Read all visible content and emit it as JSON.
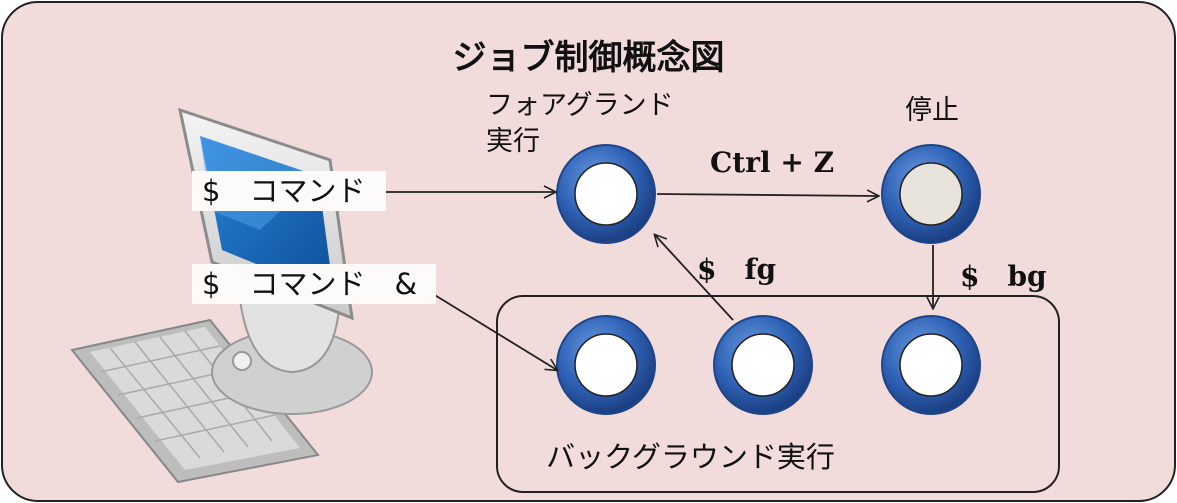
{
  "title": "ジョブ制御概念図",
  "foreground_label_line1": "フォアグランド",
  "foreground_label_line2": "実行",
  "stopped_label": "停止",
  "background_label": "バックグラウンド実行",
  "command_foreground": "$　コマンド",
  "command_background": "$　コマンド　&",
  "transition_ctrl_z": "Ctrl + Z",
  "transition_fg": "$　fg",
  "transition_bg": "$　bg",
  "colors": {
    "panel_fill": "#f2dcdb",
    "node_ring": "#2f62b6",
    "node_fill": "#ffffff",
    "stopped_fill": "#e8e4dc"
  }
}
